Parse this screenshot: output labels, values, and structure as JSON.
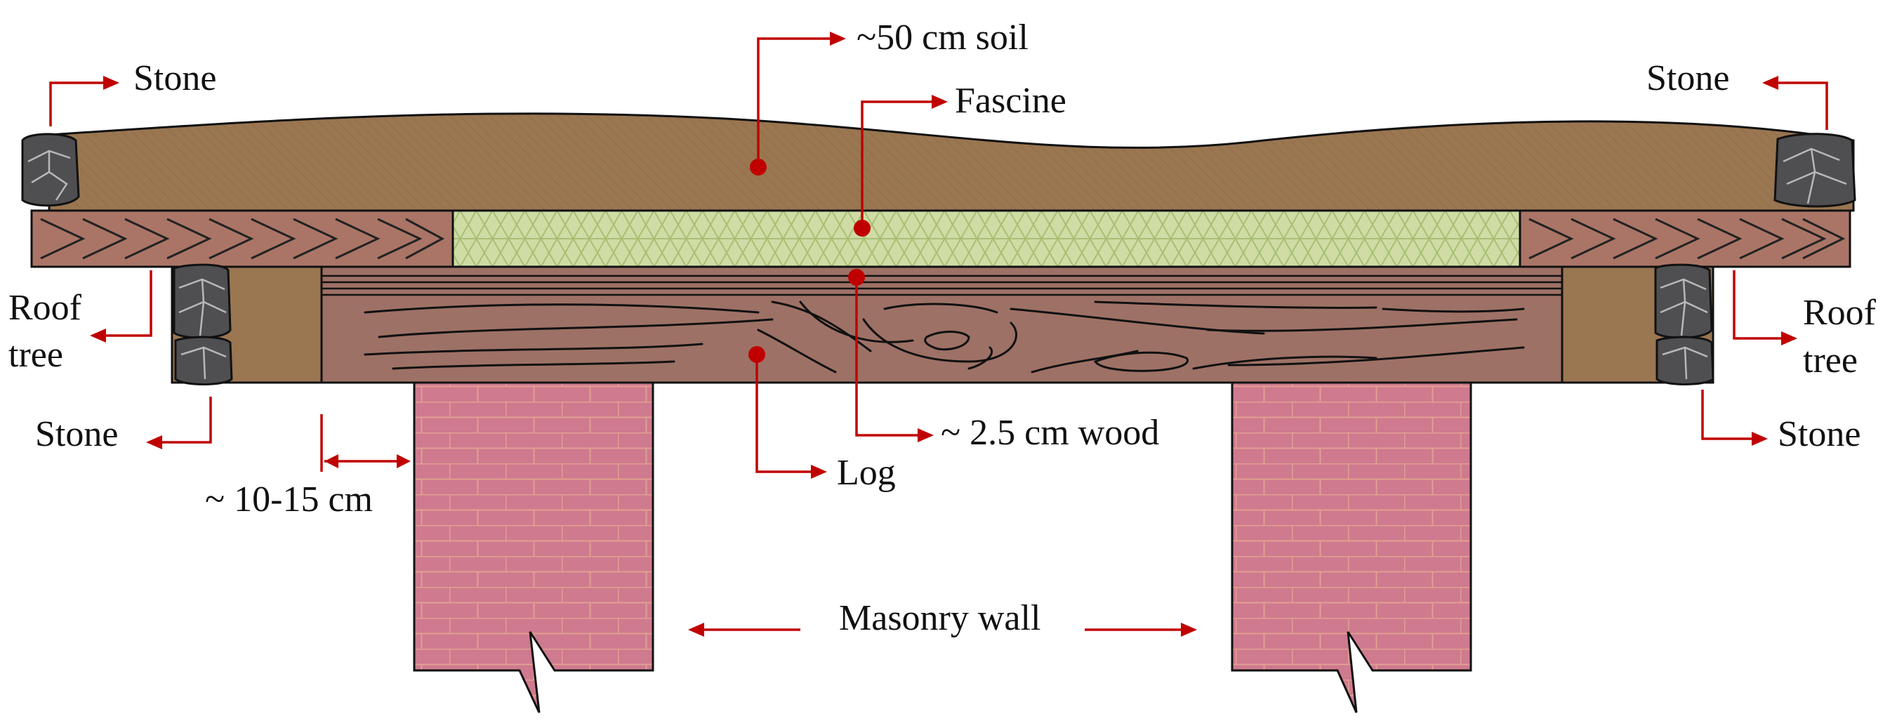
{
  "diagram": {
    "colors": {
      "soil": "#9a7651",
      "roof_tree": "#aa7566",
      "fascine": "#cfdca6",
      "log": "#9e7166",
      "masonry": "#cf7a8f",
      "brick_lines": "#e0a090",
      "stone": "#4f4f52",
      "leader": "#c00000"
    },
    "labels": {
      "soil": "~50 cm soil",
      "fascine": "Fascine",
      "stone_top_left": "Stone",
      "stone_top_right": "Stone",
      "roof_tree_left_line1": "Roof",
      "roof_tree_left_line2": "tree",
      "roof_tree_right_line1": "Roof",
      "roof_tree_right_line2": "tree",
      "stone_bottom_left": "Stone",
      "stone_bottom_right": "Stone",
      "overhang": "~ 10-15 cm",
      "wood": "~ 2.5 cm wood",
      "log": "Log",
      "masonry_wall": "Masonry wall"
    }
  }
}
